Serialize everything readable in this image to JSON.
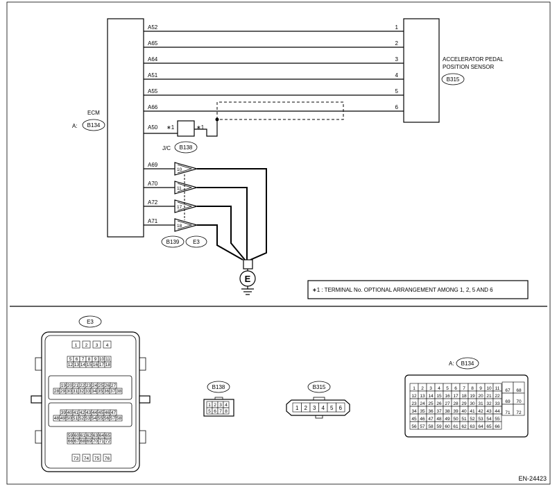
{
  "ecm": {
    "title": "ECM",
    "conn_prefix": "A:",
    "conn_id": "B134"
  },
  "sensor": {
    "name_line1": "ACCELERATOR PEDAL",
    "name_line2": "POSITION SENSOR",
    "conn_id": "B315"
  },
  "wires": [
    {
      "ecm_pin": "A52",
      "sensor_pin": "1"
    },
    {
      "ecm_pin": "A65",
      "sensor_pin": "2"
    },
    {
      "ecm_pin": "A64",
      "sensor_pin": "3"
    },
    {
      "ecm_pin": "A51",
      "sensor_pin": "4"
    },
    {
      "ecm_pin": "A55",
      "sensor_pin": "5"
    },
    {
      "ecm_pin": "A66",
      "sensor_pin": "6"
    }
  ],
  "jc": {
    "ecm_pin": "A50",
    "mark_left": "∗1",
    "mark_right": "∗1",
    "label": "J/C",
    "conn_id": "B138"
  },
  "ground_pins": [
    {
      "ecm_pin": "A69",
      "term": "10"
    },
    {
      "ecm_pin": "A70",
      "term": "11"
    },
    {
      "ecm_pin": "A72",
      "term": "17"
    },
    {
      "ecm_pin": "A71",
      "term": "18"
    }
  ],
  "ground_conns": [
    "B139",
    "E3"
  ],
  "ground_symbol": "E",
  "note": "∗1  : TERMINAL No. OPTIONAL ARRANGEMENT AMONG 1, 2, 5 AND 6",
  "connectors": {
    "e3": {
      "label": "E3",
      "rows": [
        [
          "1",
          "2",
          "3",
          "4"
        ],
        [
          "5",
          "6",
          "7",
          "8",
          "9",
          "10",
          "11"
        ],
        [
          "12",
          "13",
          "14",
          "15",
          "16",
          "17",
          "18"
        ],
        [
          "19",
          "20",
          "21",
          "22",
          "23",
          "24",
          "25",
          "26",
          "27"
        ],
        [
          "28",
          "29",
          "30",
          "31",
          "32",
          "33",
          "34",
          "35",
          "36",
          "37",
          "38"
        ],
        [
          "39",
          "40",
          "41",
          "42",
          "43",
          "44",
          "45",
          "46",
          "47"
        ],
        [
          "48",
          "49",
          "50",
          "51",
          "52",
          "53",
          "54",
          "55",
          "56",
          "57",
          "58"
        ],
        [
          "59",
          "60",
          "61",
          "62",
          "63",
          "64",
          "65"
        ],
        [
          "66",
          "67",
          "68",
          "69",
          "70",
          "71",
          "72"
        ],
        [
          "73",
          "74",
          "75",
          "76"
        ]
      ]
    },
    "b138": {
      "label": "B138",
      "rows": [
        [
          "1",
          "2",
          "3",
          "4"
        ],
        [
          "5",
          "6",
          "7",
          "8"
        ]
      ]
    },
    "b315": {
      "label": "B315",
      "pins": [
        "1",
        "2",
        "3",
        "4",
        "5",
        "6"
      ]
    },
    "b134": {
      "prefix": "A:",
      "label": "B134",
      "rows": [
        [
          "1",
          "2",
          "3",
          "4",
          "5",
          "6",
          "7",
          "8",
          "9",
          "10",
          "11"
        ],
        [
          "12",
          "13",
          "14",
          "15",
          "16",
          "17",
          "18",
          "19",
          "20",
          "21",
          "22"
        ],
        [
          "23",
          "24",
          "25",
          "26",
          "27",
          "28",
          "29",
          "30",
          "31",
          "32",
          "33"
        ],
        [
          "34",
          "35",
          "36",
          "37",
          "38",
          "39",
          "40",
          "41",
          "42",
          "43",
          "44"
        ],
        [
          "45",
          "46",
          "47",
          "48",
          "49",
          "50",
          "51",
          "52",
          "53",
          "54",
          "55"
        ],
        [
          "56",
          "57",
          "58",
          "59",
          "60",
          "61",
          "62",
          "63",
          "64",
          "65",
          "66"
        ]
      ],
      "side": [
        [
          "67",
          "68"
        ],
        [
          "69",
          "70"
        ],
        [
          "71",
          "72"
        ]
      ]
    }
  },
  "doc_id": "EN-24423"
}
